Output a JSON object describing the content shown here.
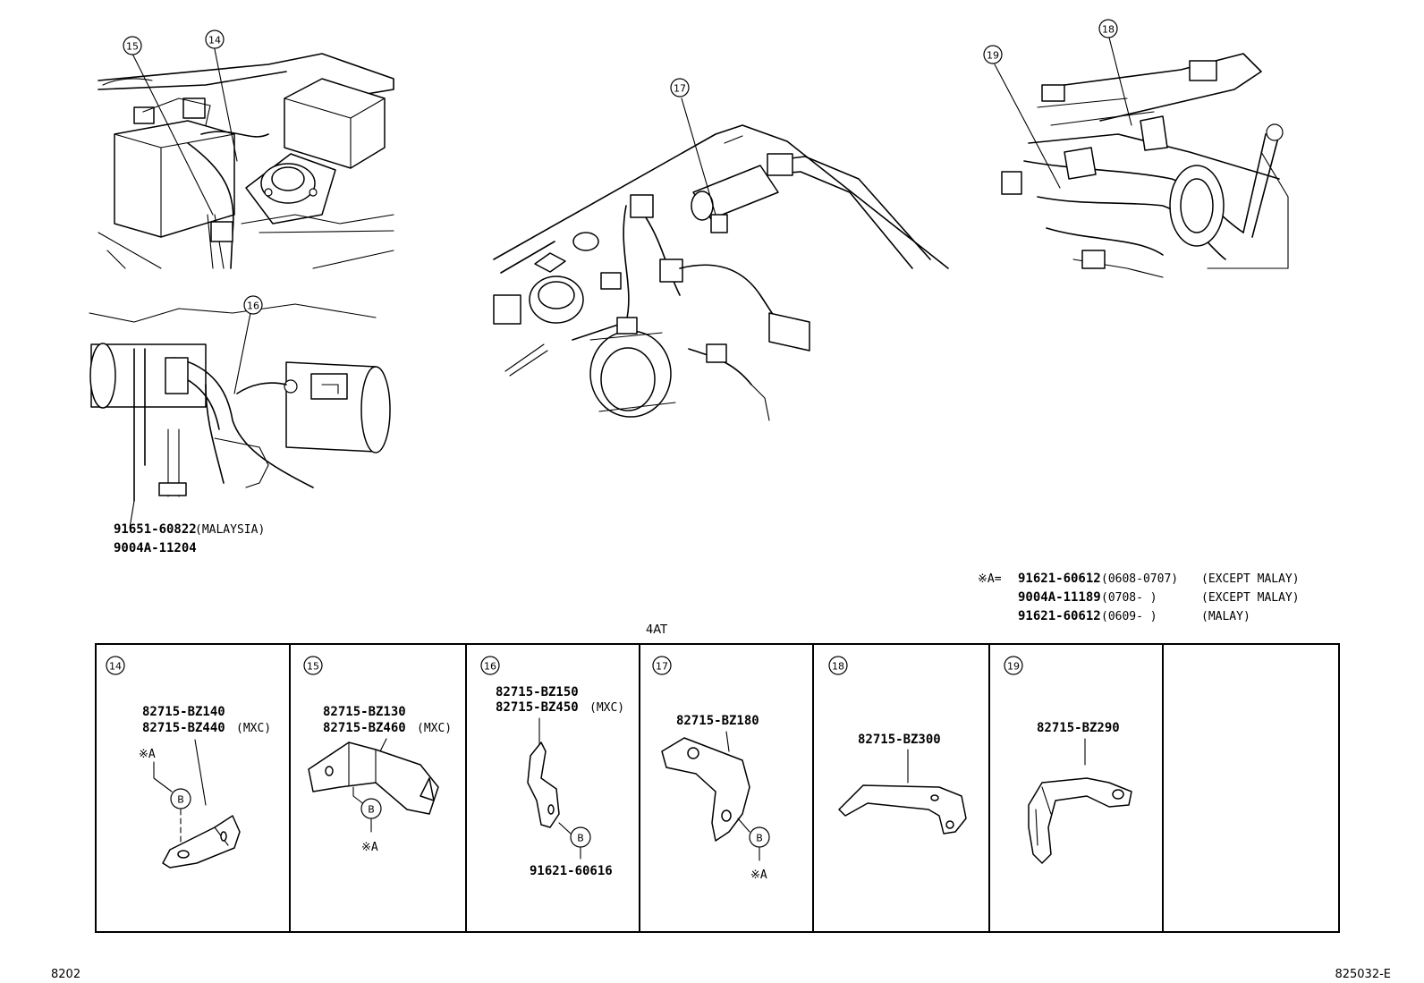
{
  "callouts": {
    "c14": "14",
    "c15": "15",
    "c16": "16",
    "c17": "17",
    "c18": "18",
    "c19": "19"
  },
  "malaysia_clip": {
    "part_a": "91651-60822",
    "part_a_note": "(MALAYSIA)",
    "part_b": "9004A-11204"
  },
  "note_a": {
    "prefix": "※A=",
    "lines": [
      {
        "part": "91621-60612",
        "dates": "(0608-0707)",
        "note": "(EXCEPT MALAY)"
      },
      {
        "part": "9004A-11189",
        "dates": "(0708-     )",
        "note": "(EXCEPT MALAY)"
      },
      {
        "part": "91621-60612",
        "dates": "(0609-     )",
        "note": "(MALAY)"
      }
    ]
  },
  "table_header": "4AT",
  "cells": [
    {
      "num": "14",
      "parts": [
        "82715-BZ140",
        "82715-BZ440"
      ],
      "parts_note": "(MXC)",
      "mark_a": "※A",
      "b": "B"
    },
    {
      "num": "15",
      "parts": [
        "82715-BZ130",
        "82715-BZ460"
      ],
      "parts_note": "(MXC)",
      "mark_a": "※A",
      "b": "B"
    },
    {
      "num": "16",
      "parts": [
        "82715-BZ150",
        "82715-BZ450"
      ],
      "parts_note": "(MXC)",
      "bolt": "91621-60616",
      "b": "B"
    },
    {
      "num": "17",
      "parts": [
        "82715-BZ180"
      ],
      "mark_a": "※A",
      "b": "B"
    },
    {
      "num": "18",
      "parts": [
        "82715-BZ300"
      ]
    },
    {
      "num": "19",
      "parts": [
        "82715-BZ290"
      ]
    }
  ],
  "footer": {
    "left": "8202",
    "right": "825032-E"
  }
}
